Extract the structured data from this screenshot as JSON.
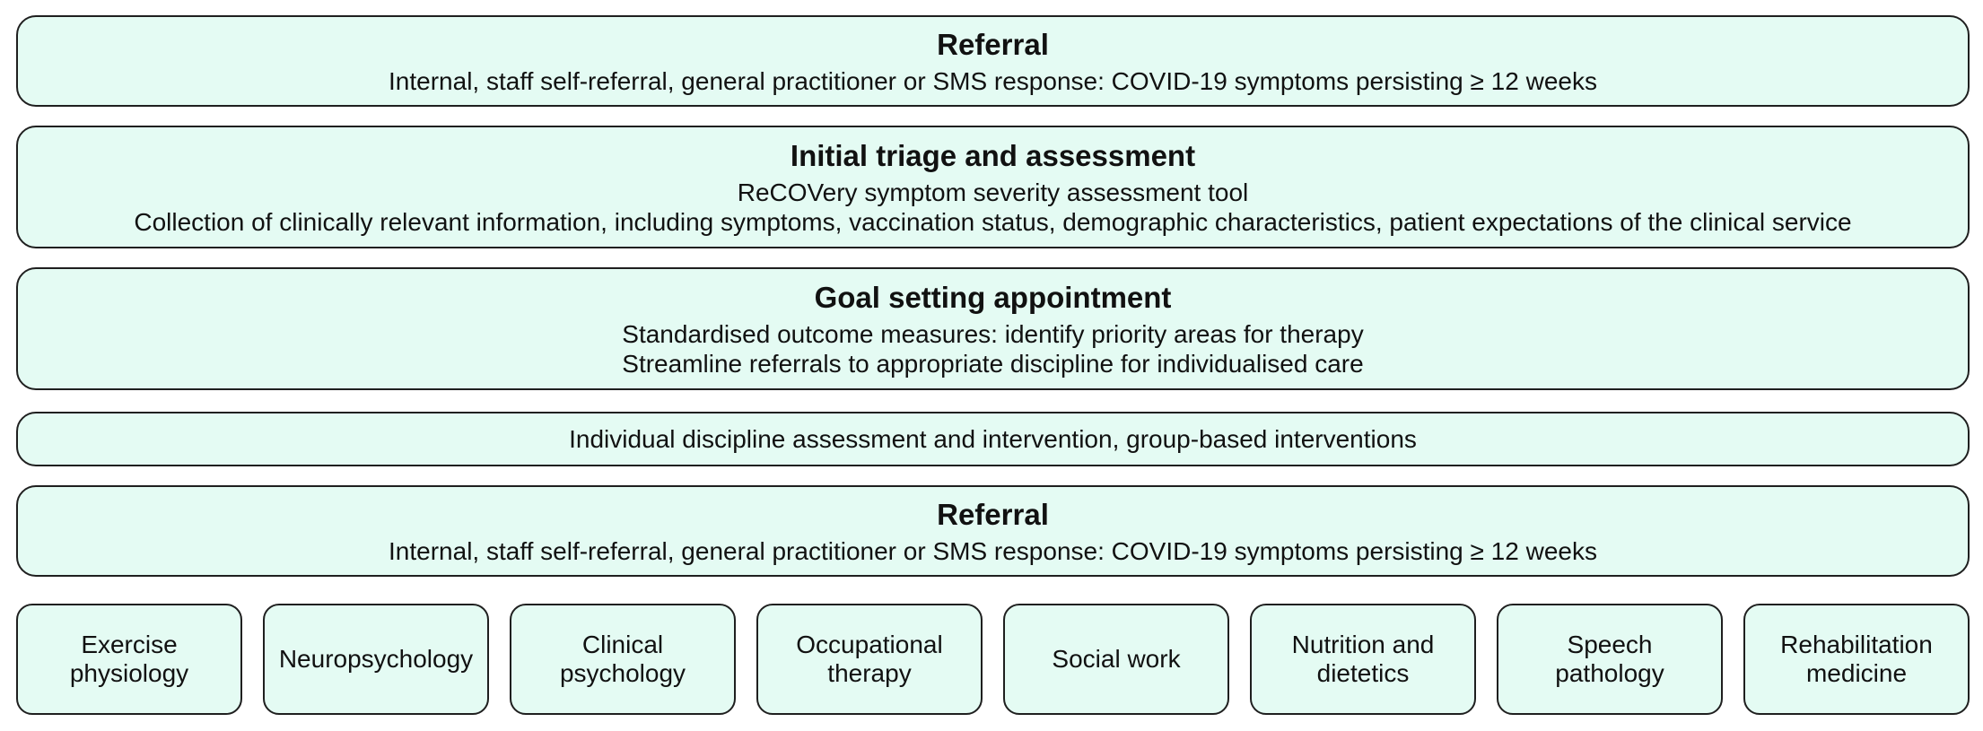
{
  "boxes": [
    {
      "title": "Referral",
      "lines": [
        "Internal, staff self-referral, general practitioner or SMS response: COVID-19 symptoms persisting ≥ 12 weeks"
      ]
    },
    {
      "title": "Initial triage and assessment",
      "lines": [
        "ReCOVery symptom severity assessment tool",
        "Collection of clinically relevant information, including symptoms, vaccination status, demographic characteristics, patient expectations of the clinical service"
      ]
    },
    {
      "title": "Goal setting appointment",
      "lines": [
        "Standardised outcome measures: identify priority areas for therapy",
        "Streamline referrals to appropriate discipline for individualised care"
      ]
    },
    {
      "lines": [
        "Individual discipline assessment and intervention, group-based interventions"
      ]
    },
    {
      "title": "Referral",
      "lines": [
        "Internal, staff self-referral, general practitioner or SMS response: COVID-19 symptoms persisting ≥ 12 weeks"
      ]
    }
  ],
  "disciplines": [
    [
      "Exercise",
      "physiology"
    ],
    [
      "Neuropsychology"
    ],
    [
      "Clinical",
      "psychology"
    ],
    [
      "Occupational",
      "therapy"
    ],
    [
      "Social work"
    ],
    [
      "Nutrition and",
      "dietetics"
    ],
    [
      "Speech",
      "pathology"
    ],
    [
      "Rehabilitation",
      "medicine"
    ]
  ],
  "colors": {
    "box_fill": "#e4fbf3",
    "box_border": "#1f1f1f",
    "text": "#111111"
  }
}
